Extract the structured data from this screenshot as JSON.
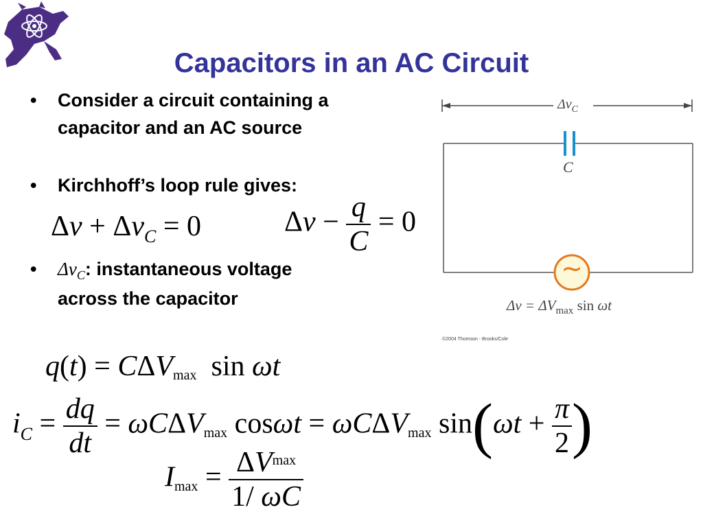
{
  "slide": {
    "title": "Capacitors in an AC Circuit",
    "bullets": [
      {
        "dot": "•",
        "line1": "Consider a circuit containing a",
        "line2": "capacitor and an AC source"
      },
      {
        "dot": "•",
        "line1": "Kirchhoff’s loop rule gives:"
      },
      {
        "dot": "•",
        "symbol": "Δv",
        "symbol_sub": "C",
        "line1": ": instantaneous voltage",
        "line2": "across the capacitor"
      }
    ]
  },
  "equations": {
    "kirchhoff_left": {
      "a": "Δ",
      "b": "v",
      "plus": " + Δ",
      "c": "v",
      "c_sub": "C",
      "eq": " = 0"
    },
    "kirchhoff_right": {
      "a": "Δ",
      "b": "v",
      "minus": " − ",
      "num": "q",
      "den": "C",
      "eq": " = 0"
    },
    "charge": {
      "lhs": "q",
      "paren_open": "(",
      "t": "t",
      "paren_close": ")",
      "eq": " = ",
      "C": "C",
      "delta": "Δ",
      "V": "V",
      "sub": "max",
      "sin": "sin",
      "omega": "ω",
      "t2": "t"
    },
    "current": {
      "i": "i",
      "i_sub": "C",
      "eq1": " = ",
      "num": "dq",
      "den": "dt",
      "eq2": " = ",
      "omega": "ω",
      "C": "C",
      "delta": "Δ",
      "V": "V",
      "sub": "max",
      "cos": "cos",
      "omega2": "ω",
      "t": "t",
      "eq3": " = ",
      "omega3": "ω",
      "C2": "C",
      "delta2": "Δ",
      "V2": "V",
      "sub2": "max",
      "sin": "sin",
      "lparen": "(",
      "omega4": "ω",
      "t2": "t",
      "plus": " + ",
      "pnum": "π",
      "pden": "2",
      "rparen": ")"
    },
    "imax": {
      "I": "I",
      "sub": "max",
      "eq": " = ",
      "num_delta": "Δ",
      "num_V": "V",
      "num_sub": "max",
      "den": "1/ ",
      "den_omega": "ω",
      "den_C": "C"
    }
  },
  "figure": {
    "top_label": "Δv",
    "top_label_sub": "C",
    "cap_label": "C",
    "source_symbol": "~",
    "bottom_label_a": "Δv = ΔV",
    "bottom_label_sub": "max",
    "bottom_label_b": " sin ",
    "bottom_label_omega": "ωt",
    "credit": "©2004 Thomson - Brooks/Cole",
    "line_color": "#444444",
    "cap_color": "#1a8fd0",
    "source_color": "#e07a1e"
  },
  "logo": {
    "name": "horned-frog-atom-logo",
    "color": "#4b2e83"
  }
}
